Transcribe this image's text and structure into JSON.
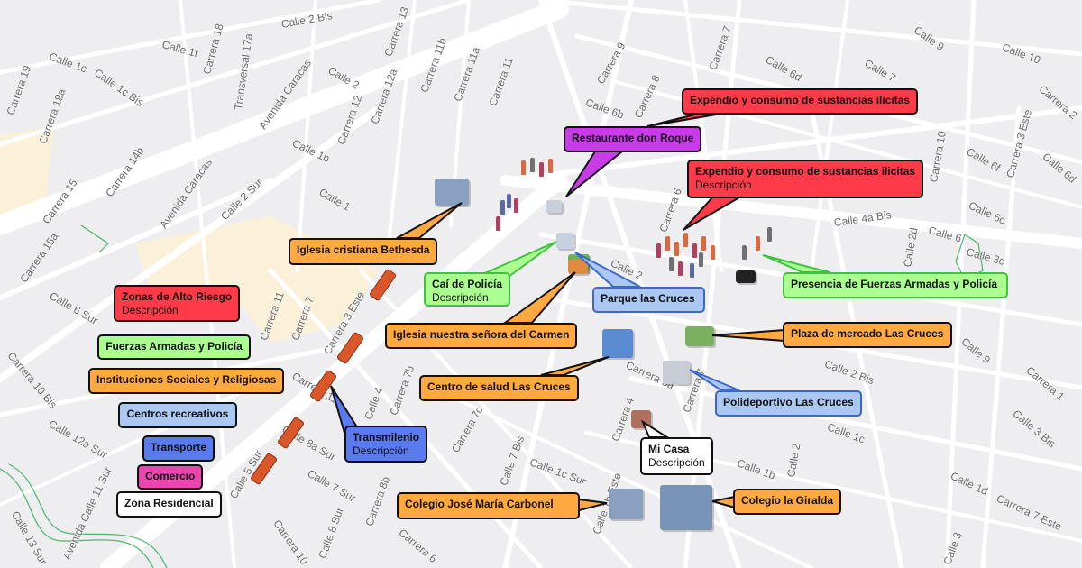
{
  "colors": {
    "red": "#ff3b4a",
    "purple": "#c93be8",
    "orange": "#ffa940",
    "green": "#aaff90",
    "green_border": "#3fc23f",
    "lightblue": "#aac8f2",
    "lightblue_border": "#3c68c8",
    "blue": "#5a7af0",
    "pink": "#ee44b0",
    "white": "#ffffff",
    "map_bg": "#eeeef0",
    "road": "#ffffff",
    "residential": "#fbf1d8"
  },
  "legend": [
    {
      "title": "Zonas de Alto Riesgo",
      "desc": "Descripción",
      "color": "red"
    },
    {
      "title": "Fuerzas Armadas y Policía",
      "color": "green"
    },
    {
      "title": "Instituciones Sociales y Religiosas",
      "color": "orange"
    },
    {
      "title": "Centros recreativos",
      "color": "lightblue"
    },
    {
      "title": "Transporte",
      "color": "blue"
    },
    {
      "title": "Comercio",
      "color": "pink"
    },
    {
      "title": "Zona Residencial",
      "color": "white"
    }
  ],
  "callouts": [
    {
      "title": "Expendio y consumo de sustancias ilicitas",
      "color": "red"
    },
    {
      "title": "Restaurante don Roque",
      "color": "purple"
    },
    {
      "title": "Expendio y consumo de sustancias ilicitas",
      "desc": "Descripción",
      "color": "red"
    },
    {
      "title": "Iglesia cristiana Bethesda",
      "color": "orange"
    },
    {
      "title": "Caí de Policía",
      "desc": "Descripción",
      "color": "green"
    },
    {
      "title": "Parque las Cruces",
      "color": "lightblue"
    },
    {
      "title": "Presencia de Fuerzas Armadas y Policía",
      "color": "green"
    },
    {
      "title": "Iglesia nuestra señora del Carmen",
      "color": "orange"
    },
    {
      "title": "Plaza de mercado Las Cruces",
      "color": "orange"
    },
    {
      "title": "Centro de salud Las Cruces",
      "color": "orange"
    },
    {
      "title": "Polideportivo Las Cruces",
      "color": "lightblue"
    },
    {
      "title": "Transmilenio",
      "desc": "Descripción",
      "color": "blue"
    },
    {
      "title": "Mi Casa",
      "desc": "Descripción",
      "color": "white"
    },
    {
      "title": "Colegio José María Carbonel",
      "color": "orange"
    },
    {
      "title": "Colegio la Giralda",
      "color": "orange"
    }
  ],
  "streets": [
    "Calle 2 Bis",
    "Calle 1f",
    "Calle 1c",
    "Calle 1c Bis",
    "Carrera 18",
    "Transversal 17a",
    "Carrera 19",
    "Carrera 18a",
    "Avenida Caracas",
    "Calle 2",
    "Carrera 13",
    "Carrera 11b",
    "Carrera 11a",
    "Carrera 11",
    "Carrera 12",
    "Carrera 12a",
    "Calle 1b",
    "Calle 1",
    "Carrera 14b",
    "Avenida Caracas",
    "Carrera 15",
    "Carrera 15a",
    "Calle 6 Sur",
    "Calle 2 Sur",
    "Carrera 9",
    "Carrera 8",
    "Calle 6b",
    "Carrera 7",
    "Calle 6d",
    "Calle 7",
    "Calle 9",
    "Calle 10",
    "Carrera 3 Este",
    "Calle 6f",
    "Calle 6c",
    "Calle 4a Bis",
    "Calle 6",
    "Calle 3c",
    "Carrera 6",
    "Calle 2",
    "Calle 1b",
    "Calle 2 Bis",
    "Calle 1c",
    "Carrera 5a",
    "Carrera 4",
    "Carrera 7",
    "Calle 7 Bis",
    "Calle 1c Sur",
    "Carrera 7c",
    "Carrera 7b",
    "Carrera 8b",
    "Calle 4",
    "Calle 7 Sur",
    "Calle 8a Sur",
    "Carrera 10",
    "Avenida Calle 11 Sur",
    "Calle 12a Sur",
    "Calle 13 Sur",
    "Carrera 10 Bis",
    "Calle 5 Sur",
    "Carrera 11a",
    "Carrera 11",
    "Carrera 7",
    "Calle 8 Sur",
    "Carrera 6",
    "Calle 1b Este",
    "Calle 2",
    "Calle 1d",
    "Carrera 7 Este",
    "Calle 3",
    "Calle 3 Bis",
    "Carrera 1",
    "Calle 2d",
    "Calle 9",
    "Calle 6d",
    "Carrera 2",
    "Carrera 10",
    "Carrera 3 Este"
  ]
}
